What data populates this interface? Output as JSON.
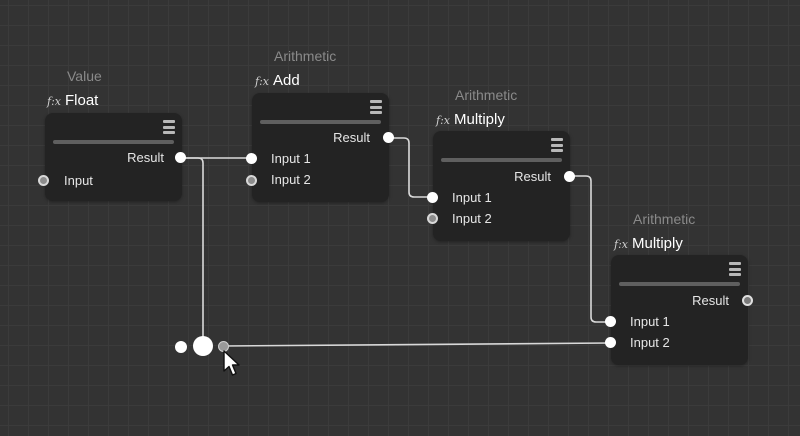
{
  "nodes": {
    "value_float": {
      "category": "Value",
      "fx": "f:x",
      "title": "Float",
      "output_label": "Result",
      "input_label": "Input"
    },
    "add": {
      "category": "Arithmetic",
      "fx": "f:x",
      "title": "Add",
      "output_label": "Result",
      "input1_label": "Input 1",
      "input2_label": "Input 2"
    },
    "multiply_1": {
      "category": "Arithmetic",
      "fx": "f:x",
      "title": "Multiply",
      "output_label": "Result",
      "input1_label": "Input 1",
      "input2_label": "Input 2"
    },
    "multiply_2": {
      "category": "Arithmetic",
      "fx": "f:x",
      "title": "Multiply",
      "output_label": "Result",
      "input1_label": "Input 1",
      "input2_label": "Input 2"
    }
  },
  "colors": {
    "canvas_bg": "#333333",
    "grid_line": "#3b3b3b",
    "node_bg": "#232323",
    "category_text": "#8a8a8a",
    "label_text": "#e6e6e6",
    "wire": "#d9d9d9",
    "port_connected": "#ffffff",
    "port_unconnected": "#8c8c8c"
  },
  "icons": {
    "node_menu": "hamburger-menu-icon",
    "node_function": "function-fx-icon",
    "pointer": "mouse-cursor-arrow"
  }
}
